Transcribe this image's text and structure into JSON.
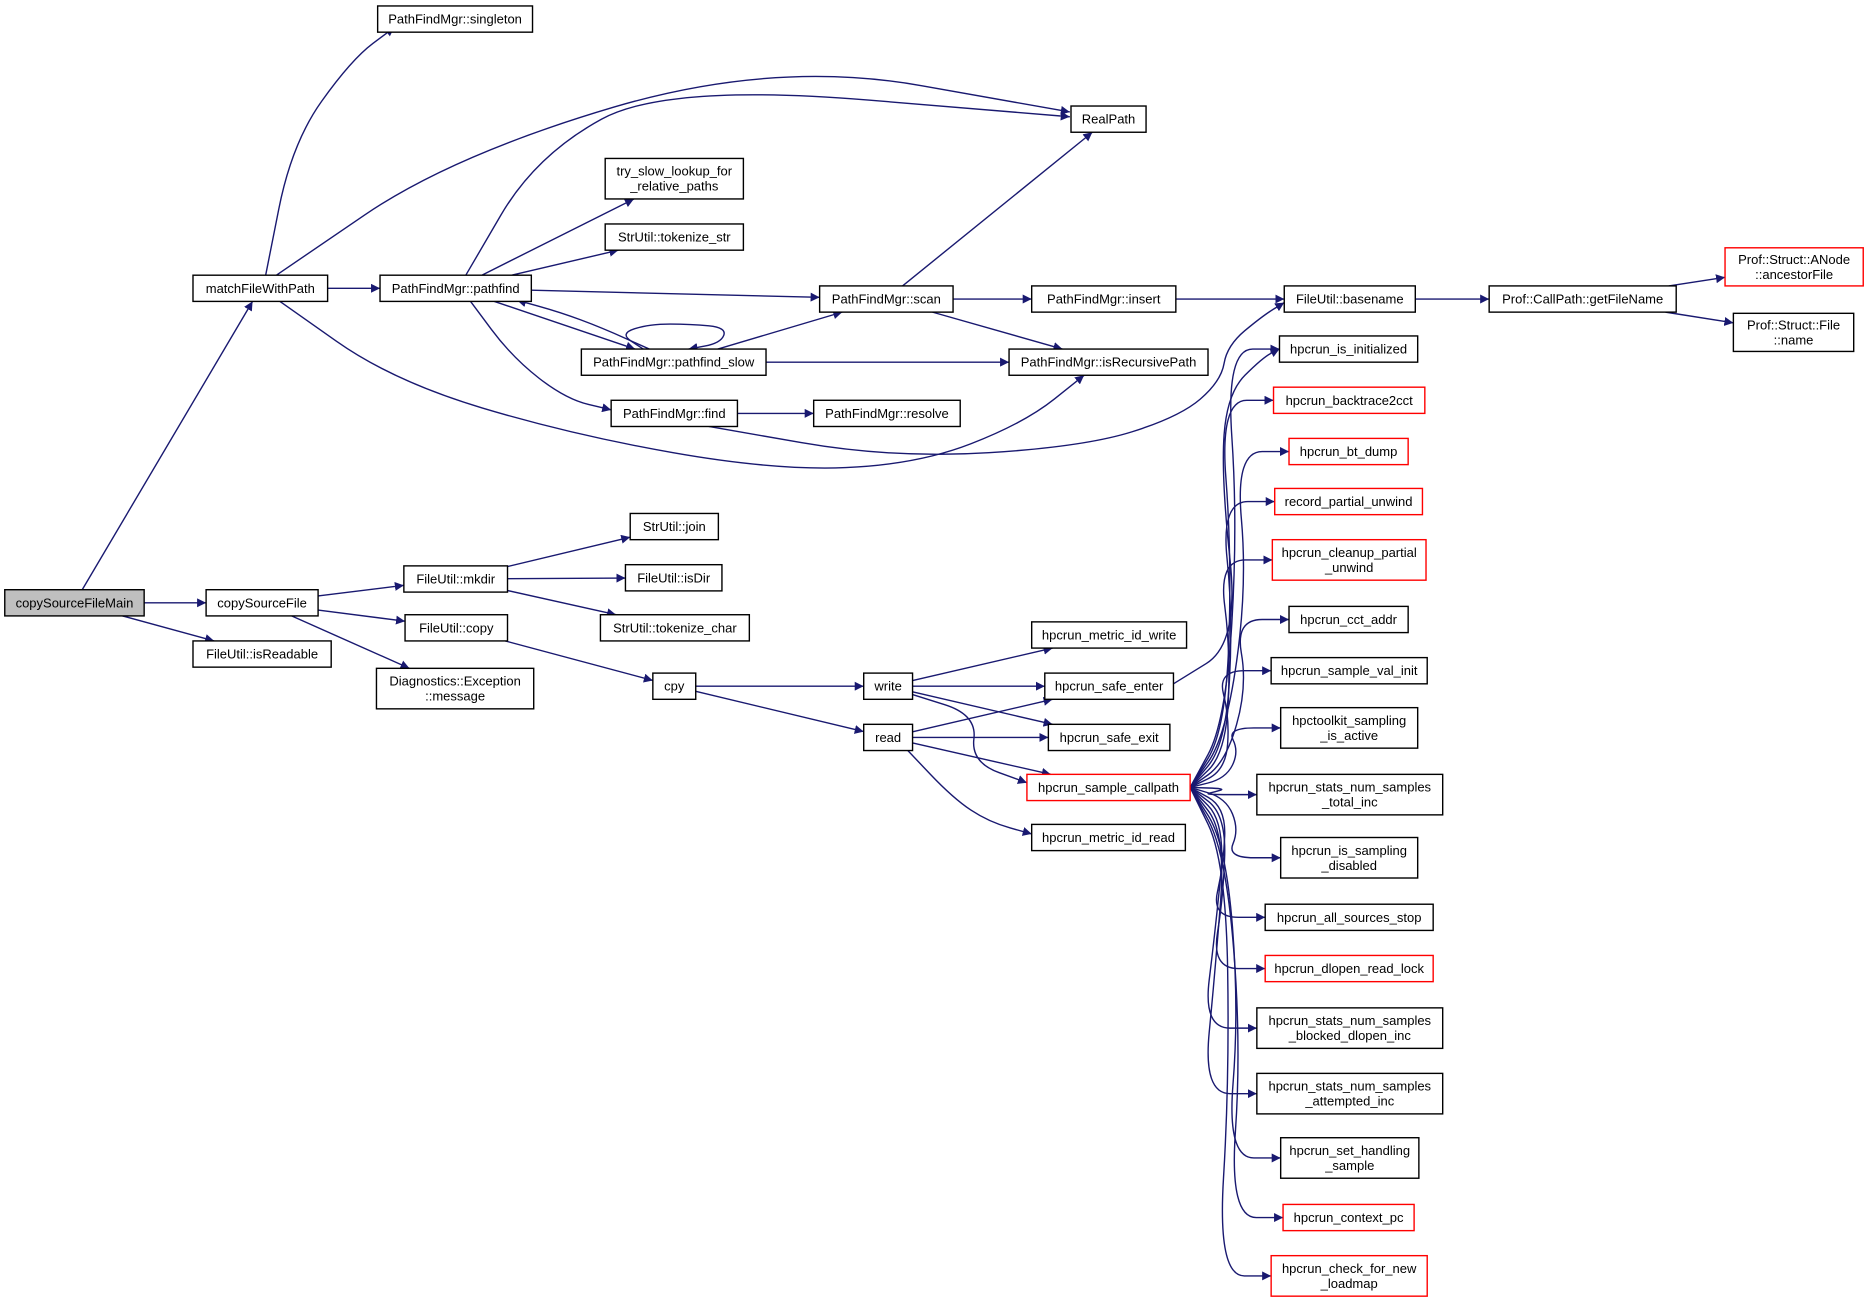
{
  "diagram": {
    "type": "call-graph",
    "root": "copySourceFileMain",
    "colors": {
      "edge": "#191970",
      "node_border": "#000000",
      "truncated_border": "#ff0000",
      "root_fill": "#bfbfbf",
      "background": "#ffffff"
    },
    "nodes": [
      {
        "id": "copySourceFileMain",
        "lines": [
          "copySourceFileMain"
        ],
        "root": true
      },
      {
        "id": "matchFileWithPath",
        "lines": [
          "matchFileWithPath"
        ]
      },
      {
        "id": "copySourceFile",
        "lines": [
          "copySourceFile"
        ]
      },
      {
        "id": "isReadable",
        "lines": [
          "FileUtil::isReadable"
        ]
      },
      {
        "id": "singleton",
        "lines": [
          "PathFindMgr::singleton"
        ]
      },
      {
        "id": "RealPath",
        "lines": [
          "RealPath"
        ]
      },
      {
        "id": "pathfind",
        "lines": [
          "PathFindMgr::pathfind"
        ]
      },
      {
        "id": "try_slow",
        "lines": [
          "try_slow_lookup_for",
          "_relative_paths"
        ]
      },
      {
        "id": "tokenize_str",
        "lines": [
          "StrUtil::tokenize_str"
        ]
      },
      {
        "id": "scan",
        "lines": [
          "PathFindMgr::scan"
        ]
      },
      {
        "id": "pathfind_slow",
        "lines": [
          "PathFindMgr::pathfind_slow"
        ]
      },
      {
        "id": "find",
        "lines": [
          "PathFindMgr::find"
        ]
      },
      {
        "id": "resolve",
        "lines": [
          "PathFindMgr::resolve"
        ]
      },
      {
        "id": "insert",
        "lines": [
          "PathFindMgr::insert"
        ]
      },
      {
        "id": "isRecursivePath",
        "lines": [
          "PathFindMgr::isRecursivePath"
        ]
      },
      {
        "id": "basename",
        "lines": [
          "FileUtil::basename"
        ]
      },
      {
        "id": "getFileName",
        "lines": [
          "Prof::CallPath::getFileName"
        ]
      },
      {
        "id": "ancestorFile",
        "lines": [
          "Prof::Struct::ANode",
          "::ancestorFile"
        ],
        "truncated": true
      },
      {
        "id": "structFileName",
        "lines": [
          "Prof::Struct::File",
          "::name"
        ]
      },
      {
        "id": "mkdir",
        "lines": [
          "FileUtil::mkdir"
        ]
      },
      {
        "id": "join",
        "lines": [
          "StrUtil::join"
        ]
      },
      {
        "id": "isDir",
        "lines": [
          "FileUtil::isDir"
        ]
      },
      {
        "id": "tokenize_char",
        "lines": [
          "StrUtil::tokenize_char"
        ]
      },
      {
        "id": "fcopy",
        "lines": [
          "FileUtil::copy"
        ]
      },
      {
        "id": "exc_message",
        "lines": [
          "Diagnostics::Exception",
          "::message"
        ]
      },
      {
        "id": "cpy",
        "lines": [
          "cpy"
        ]
      },
      {
        "id": "write",
        "lines": [
          "write"
        ]
      },
      {
        "id": "read",
        "lines": [
          "read"
        ]
      },
      {
        "id": "metric_id_write",
        "lines": [
          "hpcrun_metric_id_write"
        ]
      },
      {
        "id": "safe_enter",
        "lines": [
          "hpcrun_safe_enter"
        ]
      },
      {
        "id": "safe_exit",
        "lines": [
          "hpcrun_safe_exit"
        ]
      },
      {
        "id": "sample_callpath",
        "lines": [
          "hpcrun_sample_callpath"
        ],
        "truncated": true
      },
      {
        "id": "metric_id_read",
        "lines": [
          "hpcrun_metric_id_read"
        ]
      },
      {
        "id": "is_initialized",
        "lines": [
          "hpcrun_is_initialized"
        ]
      },
      {
        "id": "backtrace2cct",
        "lines": [
          "hpcrun_backtrace2cct"
        ],
        "truncated": true
      },
      {
        "id": "bt_dump",
        "lines": [
          "hpcrun_bt_dump"
        ],
        "truncated": true
      },
      {
        "id": "record_partial",
        "lines": [
          "record_partial_unwind"
        ],
        "truncated": true
      },
      {
        "id": "cleanup_partial",
        "lines": [
          "hpcrun_cleanup_partial",
          "_unwind"
        ],
        "truncated": true
      },
      {
        "id": "cct_addr",
        "lines": [
          "hpcrun_cct_addr"
        ]
      },
      {
        "id": "sample_val_init",
        "lines": [
          "hpcrun_sample_val_init"
        ]
      },
      {
        "id": "sampling_active",
        "lines": [
          "hpctoolkit_sampling",
          "_is_active"
        ]
      },
      {
        "id": "total_inc",
        "lines": [
          "hpcrun_stats_num_samples",
          "_total_inc"
        ]
      },
      {
        "id": "sampling_disabled",
        "lines": [
          "hpcrun_is_sampling",
          "_disabled"
        ]
      },
      {
        "id": "sources_stop",
        "lines": [
          "hpcrun_all_sources_stop"
        ]
      },
      {
        "id": "dlopen_read_lock",
        "lines": [
          "hpcrun_dlopen_read_lock"
        ],
        "truncated": true
      },
      {
        "id": "blocked_dlopen",
        "lines": [
          "hpcrun_stats_num_samples",
          "_blocked_dlopen_inc"
        ]
      },
      {
        "id": "attempted_inc",
        "lines": [
          "hpcrun_stats_num_samples",
          "_attempted_inc"
        ]
      },
      {
        "id": "set_handling",
        "lines": [
          "hpcrun_set_handling",
          "_sample"
        ]
      },
      {
        "id": "context_pc",
        "lines": [
          "hpcrun_context_pc"
        ],
        "truncated": true
      },
      {
        "id": "check_new_loadmap",
        "lines": [
          "hpcrun_check_for_new",
          "_loadmap"
        ],
        "truncated": true
      }
    ],
    "edges": [
      {
        "from": "copySourceFileMain",
        "to": "matchFileWithPath"
      },
      {
        "from": "copySourceFileMain",
        "to": "copySourceFile"
      },
      {
        "from": "copySourceFileMain",
        "to": "isReadable"
      },
      {
        "from": "matchFileWithPath",
        "to": "singleton"
      },
      {
        "from": "matchFileWithPath",
        "to": "RealPath"
      },
      {
        "from": "matchFileWithPath",
        "to": "pathfind"
      },
      {
        "from": "matchFileWithPath",
        "to": "isRecursivePath"
      },
      {
        "from": "pathfind",
        "to": "RealPath"
      },
      {
        "from": "pathfind",
        "to": "try_slow"
      },
      {
        "from": "pathfind",
        "to": "tokenize_str"
      },
      {
        "from": "pathfind",
        "to": "scan"
      },
      {
        "from": "pathfind",
        "to": "pathfind_slow"
      },
      {
        "from": "pathfind",
        "to": "find"
      },
      {
        "from": "pathfind_slow",
        "to": "pathfind"
      },
      {
        "from": "pathfind_slow",
        "to": "pathfind_slow"
      },
      {
        "from": "pathfind_slow",
        "to": "scan"
      },
      {
        "from": "pathfind_slow",
        "to": "isRecursivePath"
      },
      {
        "from": "scan",
        "to": "RealPath"
      },
      {
        "from": "scan",
        "to": "insert"
      },
      {
        "from": "scan",
        "to": "isRecursivePath"
      },
      {
        "from": "insert",
        "to": "basename"
      },
      {
        "from": "find",
        "to": "resolve"
      },
      {
        "from": "find",
        "to": "basename"
      },
      {
        "from": "basename",
        "to": "getFileName"
      },
      {
        "from": "getFileName",
        "to": "ancestorFile"
      },
      {
        "from": "getFileName",
        "to": "structFileName"
      },
      {
        "from": "copySourceFile",
        "to": "mkdir"
      },
      {
        "from": "copySourceFile",
        "to": "fcopy"
      },
      {
        "from": "copySourceFile",
        "to": "exc_message"
      },
      {
        "from": "mkdir",
        "to": "join"
      },
      {
        "from": "mkdir",
        "to": "isDir"
      },
      {
        "from": "mkdir",
        "to": "tokenize_char"
      },
      {
        "from": "fcopy",
        "to": "cpy"
      },
      {
        "from": "cpy",
        "to": "write"
      },
      {
        "from": "cpy",
        "to": "read"
      },
      {
        "from": "write",
        "to": "metric_id_write"
      },
      {
        "from": "write",
        "to": "safe_enter"
      },
      {
        "from": "write",
        "to": "safe_exit"
      },
      {
        "from": "write",
        "to": "sample_callpath"
      },
      {
        "from": "read",
        "to": "safe_enter"
      },
      {
        "from": "read",
        "to": "safe_exit"
      },
      {
        "from": "read",
        "to": "sample_callpath"
      },
      {
        "from": "read",
        "to": "metric_id_read"
      },
      {
        "from": "safe_enter",
        "to": "is_initialized"
      },
      {
        "from": "sample_callpath",
        "to": "is_initialized"
      },
      {
        "from": "sample_callpath",
        "to": "backtrace2cct"
      },
      {
        "from": "sample_callpath",
        "to": "bt_dump"
      },
      {
        "from": "sample_callpath",
        "to": "record_partial"
      },
      {
        "from": "sample_callpath",
        "to": "cleanup_partial"
      },
      {
        "from": "sample_callpath",
        "to": "cct_addr"
      },
      {
        "from": "sample_callpath",
        "to": "sample_val_init"
      },
      {
        "from": "sample_callpath",
        "to": "sampling_active"
      },
      {
        "from": "sample_callpath",
        "to": "total_inc"
      },
      {
        "from": "sample_callpath",
        "to": "sampling_disabled"
      },
      {
        "from": "sample_callpath",
        "to": "sources_stop"
      },
      {
        "from": "sample_callpath",
        "to": "dlopen_read_lock"
      },
      {
        "from": "sample_callpath",
        "to": "blocked_dlopen"
      },
      {
        "from": "sample_callpath",
        "to": "attempted_inc"
      },
      {
        "from": "sample_callpath",
        "to": "set_handling"
      },
      {
        "from": "sample_callpath",
        "to": "context_pc"
      },
      {
        "from": "sample_callpath",
        "to": "check_new_loadmap"
      }
    ]
  }
}
